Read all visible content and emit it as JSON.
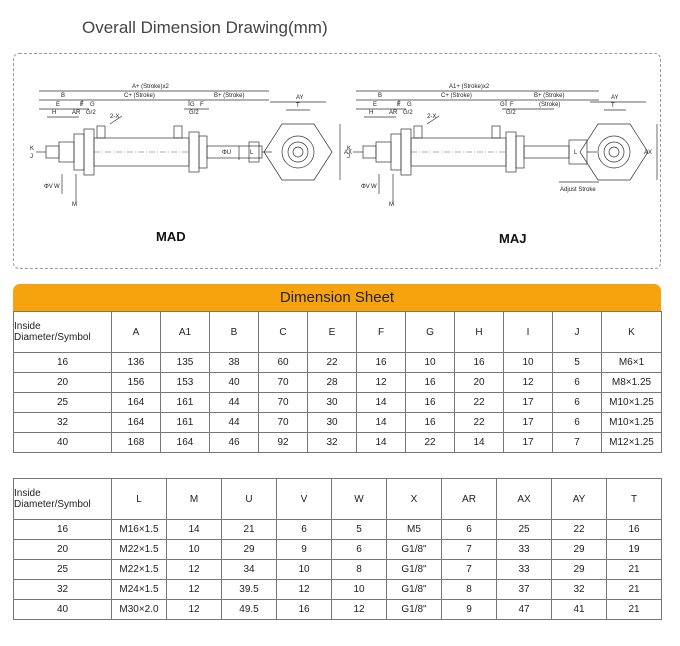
{
  "page": {
    "title": "Overall Dimension Drawing(mm)"
  },
  "drawing": {
    "models": [
      "MAD",
      "MAJ"
    ],
    "mad": {
      "dims_top": [
        "A+  (Stroke)x2",
        "B",
        "C+  (Stroke)",
        "G",
        "F",
        "B+  (Stroke)",
        "E",
        "F",
        "G",
        "H",
        "AR",
        "G/2",
        "G/2",
        "2-X"
      ],
      "dims_side": [
        "K",
        "J",
        "ΦV",
        "W",
        "M",
        "ΦU",
        "L"
      ],
      "end_view": [
        "AY",
        "T",
        "AX"
      ]
    },
    "maj": {
      "dims_top": [
        "A1+  (Stroke)x2",
        "B",
        "C+  (Stroke)",
        "G",
        "F",
        "B+  (Stroke)",
        "(Stroke)",
        "E",
        "F",
        "G",
        "H",
        "AR",
        "G/2",
        "G/2",
        "2-X"
      ],
      "dims_side": [
        "K",
        "J",
        "ΦV",
        "W",
        "M",
        "L"
      ],
      "adjust": "Adjust Stroke",
      "end_view": [
        "AY",
        "T",
        "AX"
      ]
    }
  },
  "sheet": {
    "title": "Dimension Sheet",
    "table1": {
      "headers": [
        "Inside Diameter/Symbol",
        "A",
        "A1",
        "B",
        "C",
        "E",
        "F",
        "G",
        "H",
        "I",
        "J",
        "K"
      ],
      "rows": [
        [
          "16",
          "136",
          "135",
          "38",
          "60",
          "22",
          "16",
          "10",
          "16",
          "10",
          "5",
          "M6×1"
        ],
        [
          "20",
          "156",
          "153",
          "40",
          "70",
          "28",
          "12",
          "16",
          "20",
          "12",
          "6",
          "M8×1.25"
        ],
        [
          "25",
          "164",
          "161",
          "44",
          "70",
          "30",
          "14",
          "16",
          "22",
          "17",
          "6",
          "M10×1.25"
        ],
        [
          "32",
          "164",
          "161",
          "44",
          "70",
          "30",
          "14",
          "16",
          "22",
          "17",
          "6",
          "M10×1.25"
        ],
        [
          "40",
          "168",
          "164",
          "46",
          "92",
          "32",
          "14",
          "22",
          "14",
          "17",
          "7",
          "M12×1.25"
        ]
      ]
    },
    "table2": {
      "headers": [
        "Inside Diameter/Symbol",
        "L",
        "M",
        "U",
        "V",
        "W",
        "X",
        "AR",
        "AX",
        "AY",
        "T"
      ],
      "rows": [
        [
          "16",
          "M16×1.5",
          "14",
          "21",
          "6",
          "5",
          "M5",
          "6",
          "25",
          "22",
          "16"
        ],
        [
          "20",
          "M22×1.5",
          "10",
          "29",
          "9",
          "6",
          "G1/8\"",
          "7",
          "33",
          "29",
          "19"
        ],
        [
          "25",
          "M22×1.5",
          "12",
          "34",
          "10",
          "8",
          "G1/8\"",
          "7",
          "33",
          "29",
          "21"
        ],
        [
          "32",
          "M24×1.5",
          "12",
          "39.5",
          "12",
          "10",
          "G1/8\"",
          "8",
          "37",
          "32",
          "21"
        ],
        [
          "40",
          "M30×2.0",
          "12",
          "49.5",
          "16",
          "12",
          "G1/8\"",
          "9",
          "47",
          "41",
          "21"
        ]
      ]
    }
  }
}
